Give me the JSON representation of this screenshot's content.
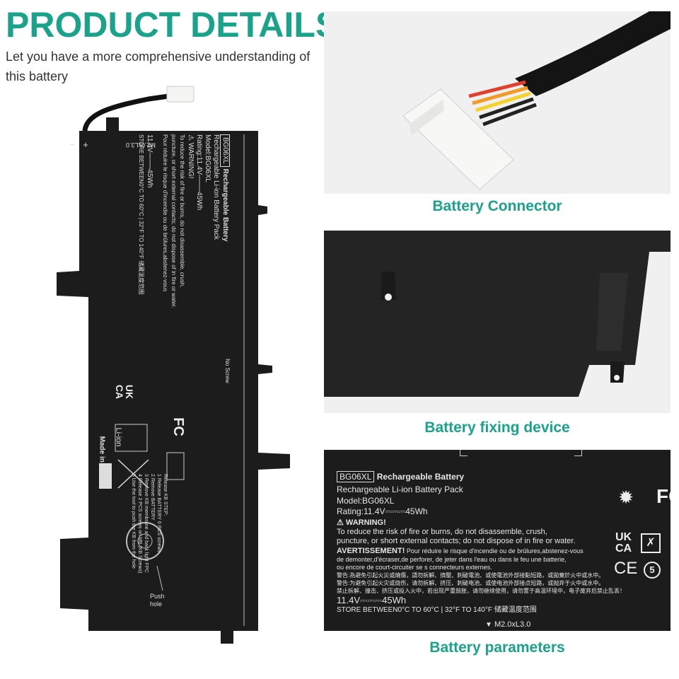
{
  "header": {
    "title": "PRODUCT DETAILS",
    "subtitle": "Let you have a more comprehensive understanding of this battery"
  },
  "captions": {
    "connector": "Battery Connector",
    "fixing": "Battery fixing device",
    "parameters": "Battery parameters"
  },
  "label": {
    "model_badge": "BG06XL",
    "heading": "Rechargeable Battery",
    "pack": "Rechargeable Li-ion Battery Pack",
    "model": "Model:BG06XL",
    "rating": "Rating:11.4V⎓⎓⎓45Wh",
    "warning_title": "⚠ WARNING!",
    "warning_1": "To reduce the risk of fire or burns, do not disassemble, crush,",
    "warning_2": "puncture, or short external contacts; do not dispose of in fire or water.",
    "avert_title": "AVERTISSEMENT!",
    "avert_1": "Pour réduire le risque d'incendie ou de brûlures,abstenez-vous",
    "avert_2": "de demonter,d'écraser,de perforer, de jeter dans l'eau ou dans le feu une batterie,",
    "avert_3": "ou encore de court-circuiter se s connecteurs externes.",
    "cn_1": "警告:為避免引起火災或燒傷，請勿拆解、擠壓、刺破電池、或使電池外部接點短路，或拋棄於火中或水中。",
    "cn_2": "警告:为避免引起火灾或烧伤，请勿拆解、挤压、刺破电池、或使电池外部接点短路，或抛弃于火中或水中。",
    "cn_3": "禁止拆解、撞击、挤压或投入火中，若出现严重鼓胀，请勿继续使用，请勿置于高温环境中，电子废弃后禁止乱丢！",
    "big_rating": "11.4V⎓⎓⎓45Wh",
    "store": "STORE BETWEEN0°C TO 60°C | 32°F TO 140°F 储藏温度范围",
    "screw": "M2.0xL3.0",
    "no_screw": "No Screw",
    "made_in": "Made in China",
    "mark_fc": "FC",
    "mark_ukca_1": "UK",
    "mark_ukca_2": "CA",
    "mark_ce": "CE",
    "mark_liion": "Li-ion",
    "release_title": "Release KB STEP:",
    "release_1": "1 Release BATTERY 6 PCS screws",
    "release_2": "2 Remove BATTERY",
    "release_3": "3 Remove KB membrane and back light FPC",
    "release_4": "4 Release 2 PCS screws on MB (KB Screws)",
    "release_5": "5 Use the tool to push the KB from the hole",
    "push_hole": "Push hole",
    "plus_minus": "− +"
  },
  "colors": {
    "accent": "#1aa38a",
    "battery_body": "#1c1c1c",
    "text_light": "#e6e6e6"
  }
}
